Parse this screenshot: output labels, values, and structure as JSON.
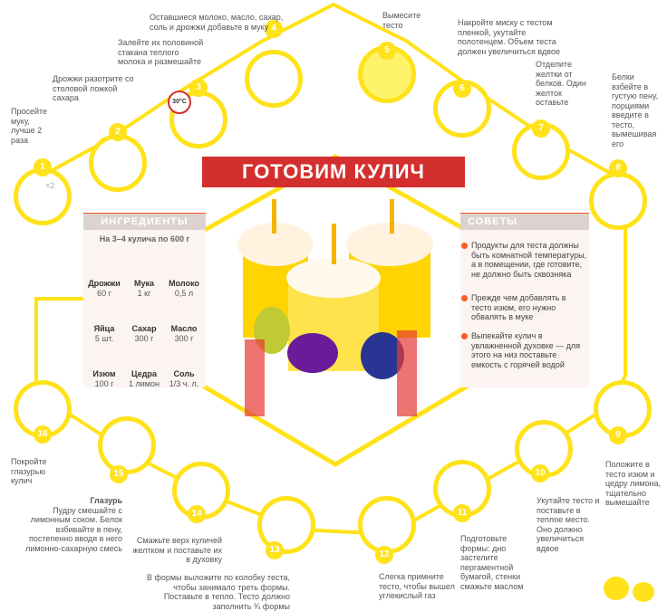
{
  "title": "ГОТОВИМ КУЛИЧ",
  "ingredients": {
    "header": "ИНГРЕДИЕНТЫ",
    "subheader": "На 3–4 кулича по 600 г",
    "items": [
      {
        "name": "Дрожжи",
        "qty": "60 г"
      },
      {
        "name": "Мука",
        "qty": "1 кг"
      },
      {
        "name": "Молоко",
        "qty": "0,5 л"
      },
      {
        "name": "Яйца",
        "qty": "5 шт."
      },
      {
        "name": "Сахар",
        "qty": "300 г"
      },
      {
        "name": "Масло",
        "qty": "300 г"
      },
      {
        "name": "Изюм",
        "qty": "100 г"
      },
      {
        "name": "Цедра",
        "qty": "1 лимон"
      },
      {
        "name": "Соль",
        "qty": "1/3 ч. л."
      }
    ]
  },
  "tips": {
    "header": "СОВЕТЫ",
    "items": [
      "Продукты для теста должны быть комнатной температуры, а в помещении, где готовите, не должно быть сквозняка",
      "Прежде чем добавлять в тесто изюм, его нужно обвалять в муке",
      "Выпекайте кулич в увлажненной духовке — для этого на низ поставьте емкость с горячей водой"
    ]
  },
  "steps": [
    {
      "num": "1",
      "text": "Просейте муку, лучше 2 раза"
    },
    {
      "num": "2",
      "text": "Дрожжи разотрите со столовой ложкой сахара"
    },
    {
      "num": "3",
      "text": "Залейте их половиной стакана теплого молока и размешайте"
    },
    {
      "num": "4",
      "text": "Оставшиеся молоко, масло, сахар, соль и дрожжи добавьте в муку"
    },
    {
      "num": "5",
      "text": "Вымесите тесто"
    },
    {
      "num": "6",
      "text": "Накройте миску с тестом пленкой, укутайте полотенцем. Объем теста должен увеличиться вдвое"
    },
    {
      "num": "7",
      "text": "Отделите желтки от белков. Один желток оставьте"
    },
    {
      "num": "8",
      "text": "Белки взбейте в густую пену, порциями введите в тесто, вымешивая его"
    },
    {
      "num": "9",
      "text": "Положите в тесто изюм и цедру лимона, тщательно вымешайте"
    },
    {
      "num": "10",
      "text": "Укутайте тесто и поставьте в теплое место. Оно должно увеличиться вдвое"
    },
    {
      "num": "11",
      "text": "Подготовьте формы: дно застелите пергаментной бумагой, стенки смажьте маслом"
    },
    {
      "num": "12",
      "text": "Слегка примните тесто, чтобы вышел углекислый газ"
    },
    {
      "num": "13",
      "text": "В формы выложите по колобку теста, чтобы занимало треть формы. Поставьте в тепло. Тесто должно заполнить ¾ формы"
    },
    {
      "num": "14",
      "text": "Смажьте верх куличей желтком и поставьте их в духовку"
    },
    {
      "num": "15",
      "text_bold": "Глазурь",
      "text": "Пудру смешайте с лимонным соком. Белок взбивайте в пену, постепенно вводя в него лимонно-сахарную смесь"
    },
    {
      "num": "16",
      "text": "Покройте глазурью кулич"
    }
  ],
  "labels": {
    "temp": "30°C",
    "sieve": "×2"
  },
  "colors": {
    "yellow": "#ffe21a",
    "red": "#d32f2f",
    "orange": "#ff5722"
  }
}
